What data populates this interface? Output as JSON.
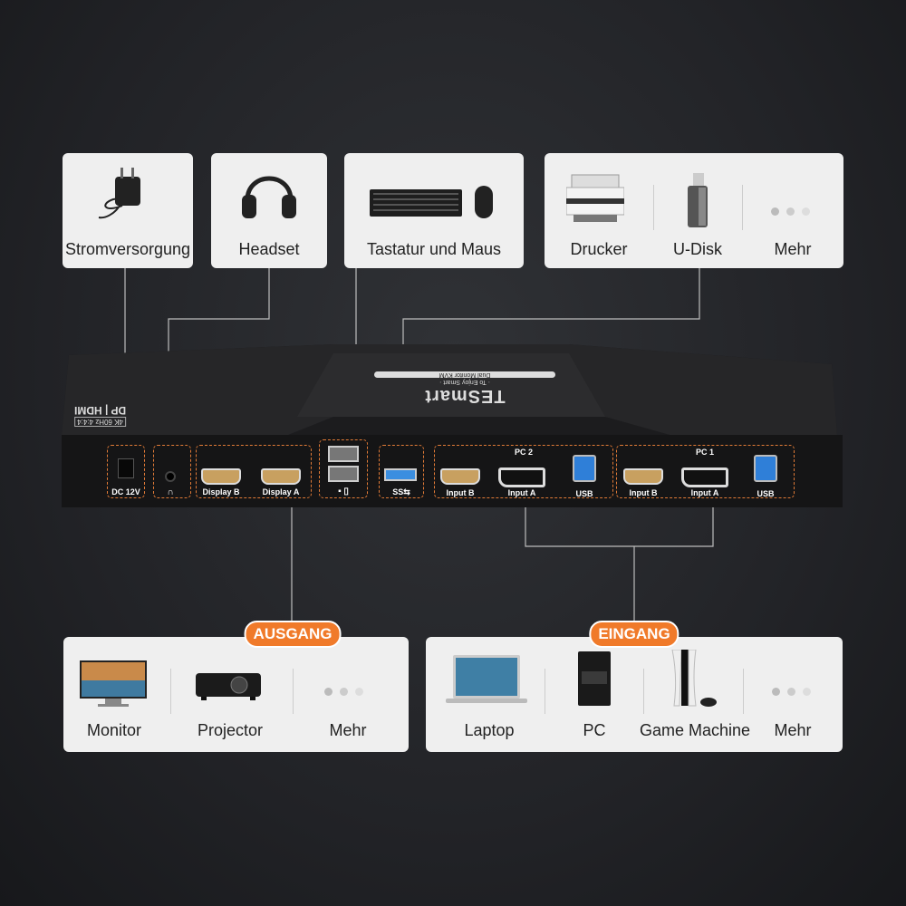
{
  "top_cards": {
    "power": "Stromversorgung",
    "headset": "Headset",
    "keyboard_mouse": "Tastatur und Maus",
    "printer": "Drucker",
    "udisk": "U-Disk",
    "more": "Mehr"
  },
  "output": {
    "badge": "AUSGANG",
    "items": [
      "Monitor",
      "Projector",
      "Mehr"
    ]
  },
  "input": {
    "badge": "EINGANG",
    "items": [
      "Laptop",
      "PC",
      "Game Machine",
      "Mehr"
    ]
  },
  "device": {
    "brand": "TESmart",
    "tagline": "· To Enjoy Smart ·",
    "model": "Dual Monitor KVM",
    "spec_main": "DP | HDMI",
    "spec_sub": "4K 60Hz 4:4:4",
    "ports": {
      "dc": "DC 12V",
      "display_b": "Display B",
      "display_a": "Display A",
      "ss": "SS⇆",
      "pc2": "PC 2",
      "pc1": "PC 1",
      "input_b": "Input B",
      "input_a": "Input A",
      "usb": "USB"
    }
  },
  "colors": {
    "accent": "#f07a2a",
    "card": "#efefef",
    "background": "#232428"
  }
}
